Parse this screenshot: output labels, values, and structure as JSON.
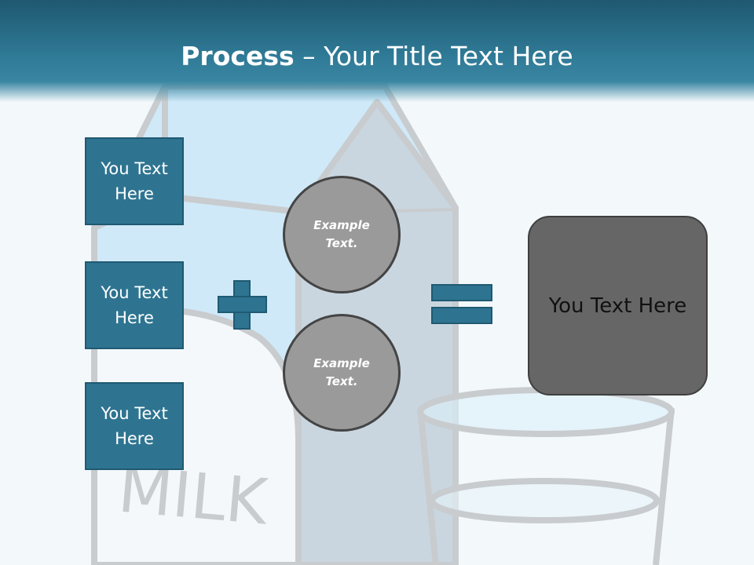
{
  "header": {
    "title_bold": "Process",
    "title_rest": " – Your Title Text Here"
  },
  "left_boxes": [
    {
      "label": "You Text Here"
    },
    {
      "label": "You Text Here"
    },
    {
      "label": "You Text Here"
    }
  ],
  "circles": [
    {
      "label": "Example Text."
    },
    {
      "label": "Example Text."
    }
  ],
  "result": {
    "label": "You Text Here"
  },
  "colors": {
    "accent": "#2e7491",
    "circle": "#9a9a9a",
    "result": "#666666"
  }
}
